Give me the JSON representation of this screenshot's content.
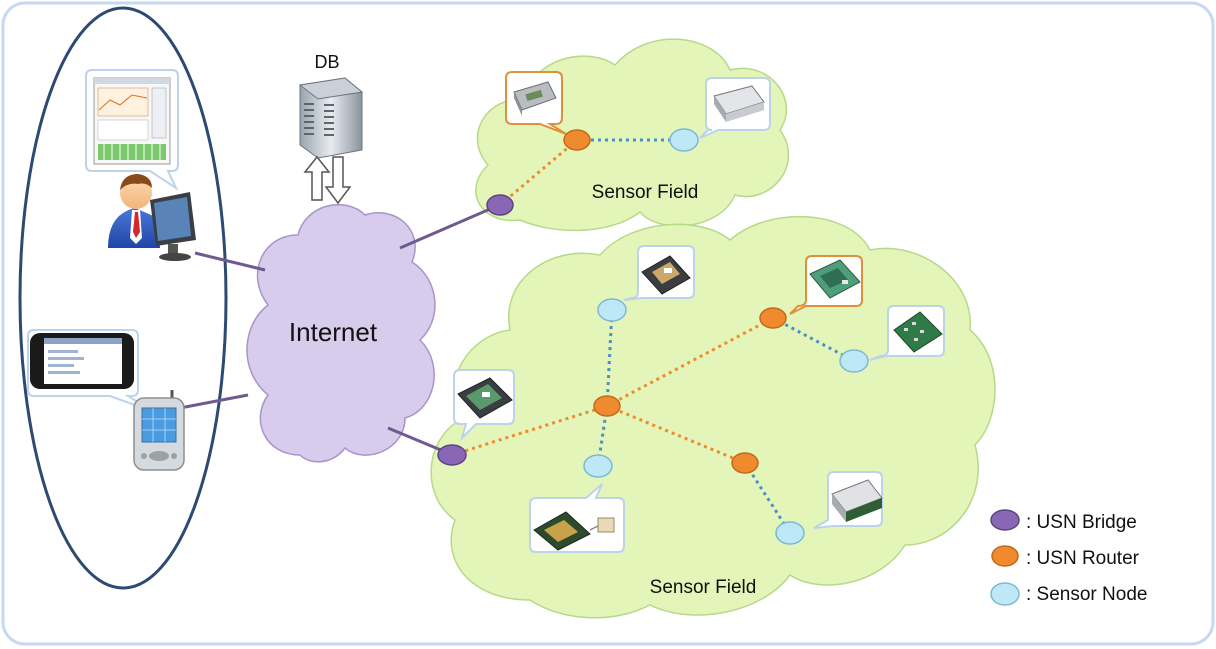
{
  "labels": {
    "db": "DB",
    "internet": "Internet",
    "sensor_field_top": "Sensor Field",
    "sensor_field_bottom": "Sensor Field"
  },
  "legend": {
    "bridge": ": USN Bridge",
    "router": ": USN Router",
    "sensor": ": Sensor Node"
  },
  "colors": {
    "frame": "#c6d9ee",
    "field": "#e3f5b8",
    "field_edge": "#b7d98a",
    "internet": "#d8ccec",
    "internet_edge": "#a894c9",
    "bridge": "#8a67b5",
    "router": "#f08a2e",
    "sensor": "#bfe8f7",
    "client_ellipse": "#2c4a72"
  },
  "icons": {
    "db": "database-server-icon",
    "pc_user": "user-at-computer-icon",
    "pda": "pda-icon",
    "device": "sensor-device-icon",
    "screen": "monitoring-screen-icon"
  }
}
